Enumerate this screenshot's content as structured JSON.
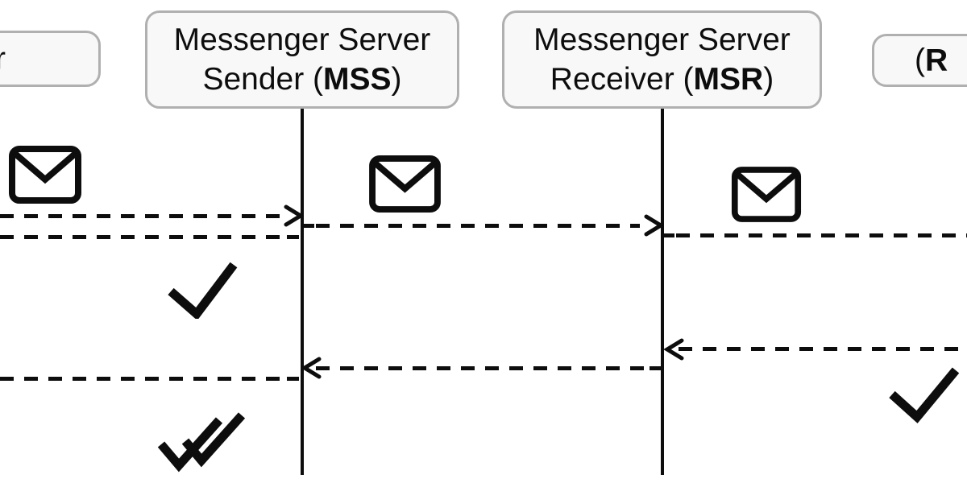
{
  "diagram": {
    "type": "sequence-diagram",
    "participants": [
      {
        "id": "sender",
        "visible_label_fragment": "r"
      },
      {
        "id": "mss",
        "line1": "Messenger Server",
        "line2_prefix": "Sender (",
        "abbr": "MSS",
        "line2_suffix": ")"
      },
      {
        "id": "msr",
        "line1": "Messenger Server",
        "line2_prefix": "Receiver (",
        "abbr": "MSR",
        "line2_suffix": ")"
      },
      {
        "id": "receiver",
        "visible_label_prefix": "(",
        "visible_abbr_fragment": "R"
      }
    ],
    "lifelines": [
      "mss",
      "msr"
    ],
    "icons": [
      {
        "name": "envelope-icon",
        "near": "sender-lane"
      },
      {
        "name": "envelope-icon",
        "near": "mss-msr-lane"
      },
      {
        "name": "envelope-icon",
        "near": "msr-receiver-lane"
      },
      {
        "name": "check-icon",
        "meaning": "single-check",
        "near": "sender-lane"
      },
      {
        "name": "check-icon",
        "meaning": "single-check",
        "near": "receiver-lane"
      },
      {
        "name": "double-check-icon",
        "meaning": "double-check",
        "near": "sender-lane"
      }
    ],
    "messages": [
      {
        "from": "sender",
        "to": "mss",
        "style": "dashed",
        "arrowhead_at": "mss"
      },
      {
        "from": "mss",
        "to": "msr",
        "style": "dashed",
        "arrowhead_at": "msr"
      },
      {
        "from": "msr",
        "to": "receiver",
        "style": "dashed",
        "arrowhead_at": "offscreen-right"
      },
      {
        "from": "mss",
        "to": "sender",
        "style": "dashed",
        "arrowhead_at": "offscreen-left"
      },
      {
        "from": "receiver",
        "to": "msr",
        "style": "dashed",
        "arrowhead_at": "msr"
      },
      {
        "from": "msr",
        "to": "mss",
        "style": "dashed",
        "arrowhead_at": "mss"
      },
      {
        "from": "mss",
        "to": "sender",
        "style": "dashed",
        "arrowhead_at": "offscreen-left"
      }
    ],
    "colors": {
      "background": "#ffffff",
      "ink": "#0d0d0d",
      "box_fill": "#f8f8f8",
      "box_border": "#b0b0b0"
    }
  }
}
